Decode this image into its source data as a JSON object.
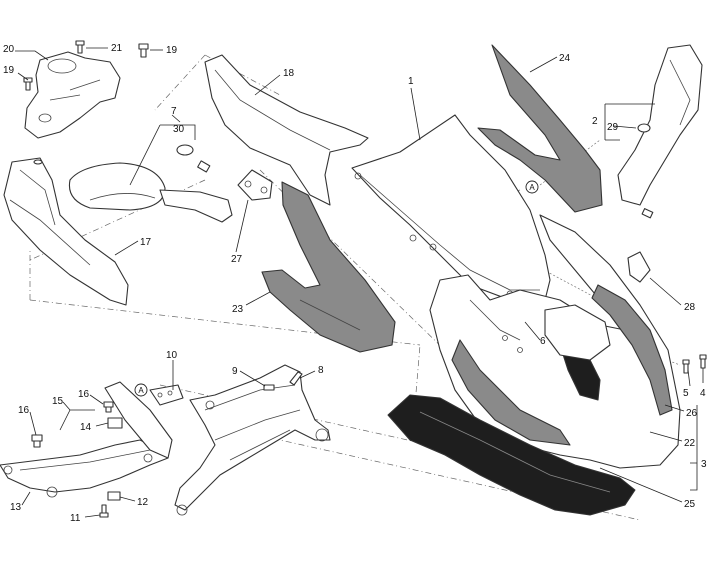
{
  "callouts": {
    "c1": "1",
    "c2": "2",
    "c3": "3",
    "c4": "4",
    "c5": "5",
    "c6": "6",
    "c7": "7",
    "c8": "8",
    "c9": "9",
    "c10": "10",
    "c11": "11",
    "c12": "12",
    "c13": "13",
    "c14": "14",
    "c15": "15",
    "c16a": "16",
    "c16b": "16",
    "c17": "17",
    "c18": "18",
    "c19a": "19",
    "c19b": "19",
    "c20": "20",
    "c21": "21",
    "c22": "22",
    "c23": "23",
    "c24": "24",
    "c25": "25",
    "c26": "26",
    "c27": "27",
    "c28": "28",
    "c29": "29",
    "c30": "30"
  },
  "references": {
    "a1": "A",
    "a2": "A"
  },
  "colors": {
    "panel_grey": "#8a8a8a",
    "panel_dark": "#1e1e1e",
    "line": "#333333"
  }
}
